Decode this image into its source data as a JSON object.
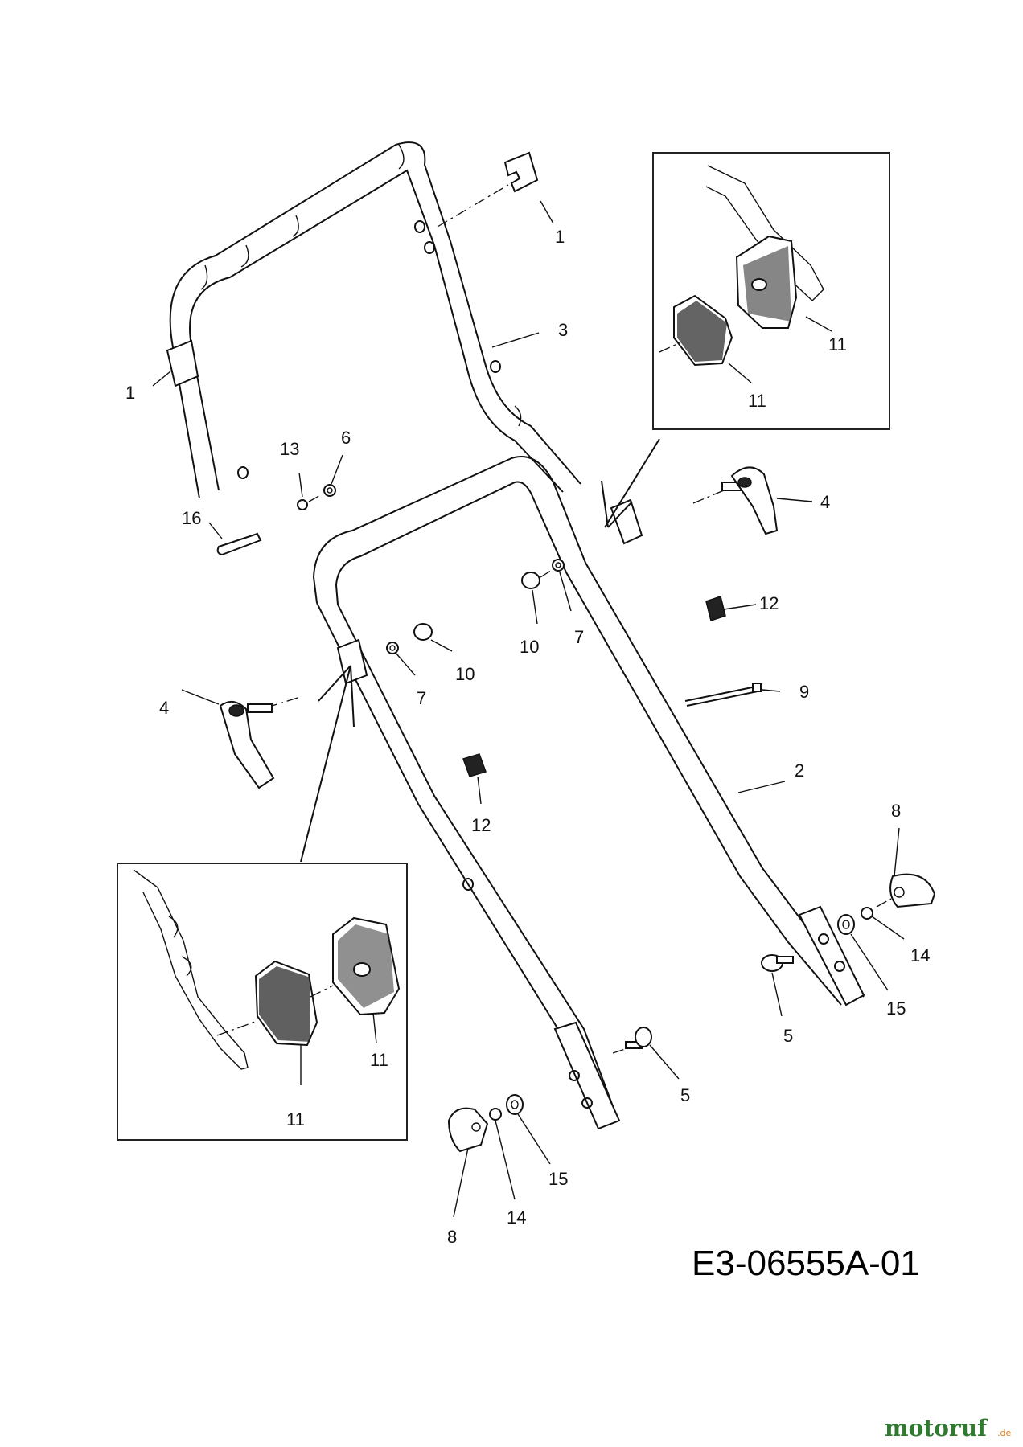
{
  "diagram": {
    "drawing_code": "E3-06555A-01",
    "watermark": {
      "main": "motoruf",
      "suffix": ".de",
      "accent": "#e07a14",
      "text_color": "#2f7a2f"
    },
    "labels": {
      "upper_handle_clip_top": "1",
      "upper_handle_clip_left": "1",
      "upper_handle": "3",
      "lower_handle": "2",
      "knob_right": "4",
      "knob_left": "4",
      "bolt_right": "5",
      "bolt_left": "5",
      "nut_6": "6",
      "nut_7_right": "7",
      "nut_7_left": "7",
      "knob_8_right": "8",
      "knob_8_left": "8",
      "cable_tie": "9",
      "spacer_10_right": "10",
      "spacer_10_left": "10",
      "detail_top_11_a": "11",
      "detail_top_11_b": "11",
      "detail_bottom_11_a": "11",
      "detail_bottom_11_b": "11",
      "cap_12_right": "12",
      "cap_12_left": "12",
      "nut_13": "13",
      "washer_14_right": "14",
      "washer_14_left": "14",
      "washer_15_right": "15",
      "washer_15_left": "15",
      "pin_16": "16"
    }
  }
}
